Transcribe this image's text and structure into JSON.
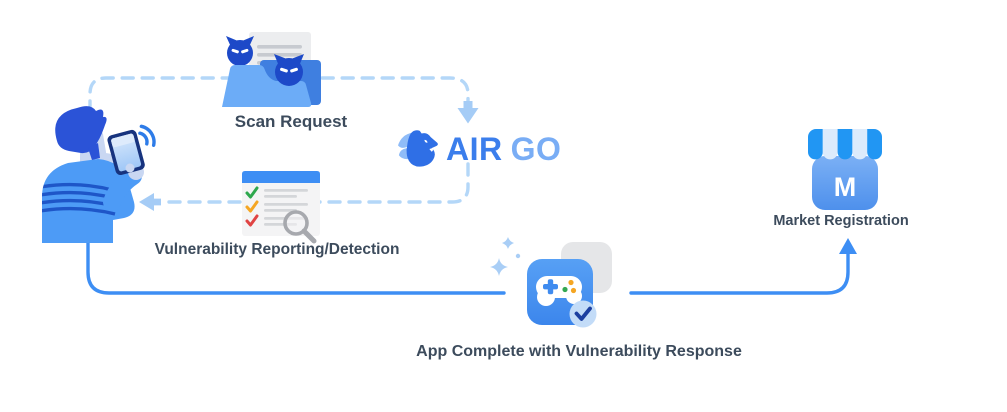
{
  "brand": {
    "primary": "AIR",
    "secondary": "GO",
    "icon": "lion-icon"
  },
  "nodes": {
    "developer": {
      "icon": "person-with-phone-icon"
    },
    "scan_request": {
      "label": "Scan Request",
      "icon": "folder-with-malware-icon"
    },
    "vulnerability_reporting": {
      "label": "Vulnerability Reporting/Detection",
      "icon": "checklist-magnifier-icon"
    },
    "app_complete": {
      "label": "App Complete with Vulnerability Response",
      "icon": "game-app-check-icon"
    },
    "market_registration": {
      "label": "Market Registration",
      "icon": "market-store-icon",
      "monogram": "M"
    }
  },
  "colors": {
    "solid_flow_line": "#3D8EF4",
    "dashed_flow_line": "#B4D7F8",
    "dashed_arrow_fill": "#A5CCF6",
    "brand_primary_text": "#3B7EEC",
    "brand_secondary_text": "#79ADF5",
    "label_text": "#3C4B5C",
    "check_green": "#2EA84E",
    "check_orange": "#F5A623",
    "check_red": "#E04444",
    "malware_blue": "#1D49C8",
    "badge_check_navy": "#1C3FA0",
    "store_awning_blue": "#2196F3"
  }
}
